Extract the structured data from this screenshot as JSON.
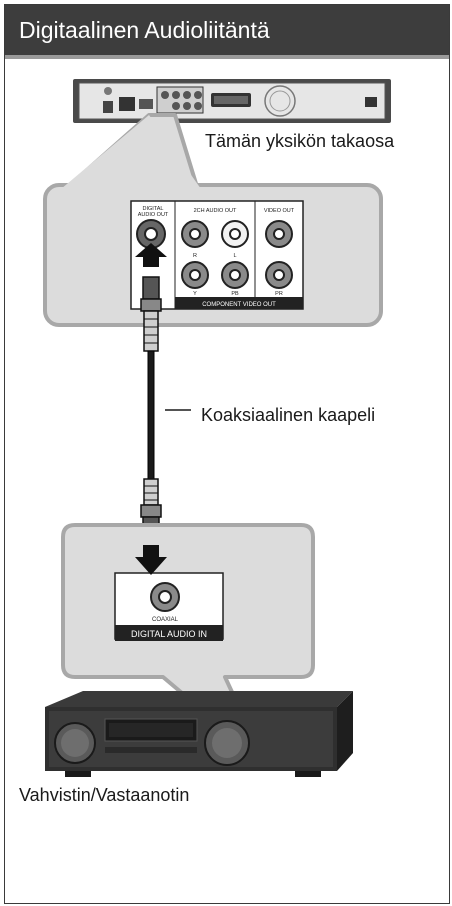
{
  "header": {
    "title": "Digitaalinen Audioliitäntä"
  },
  "captions": {
    "rear_of_unit": "Tämän yksikön takaosa",
    "cable": "Koaksiaalinen kaapeli",
    "receiver": "Vahvistin/Vastaanotin"
  },
  "player_panel": {
    "digital_out_label_1": "DIGITAL",
    "digital_out_label_2": "AUDIO OUT",
    "audio_2ch_label": "2CH AUDIO OUT",
    "video_out_label": "VIDEO OUT",
    "r_label": "R",
    "l_label": "L",
    "y_label": "Y",
    "pb_label": "PB",
    "pr_label": "PR",
    "component_label": "COMPONENT VIDEO OUT"
  },
  "receiver_panel": {
    "coaxial_label": "COAXIAL",
    "digital_in_label": "DIGITAL AUDIO IN"
  },
  "colors": {
    "header_bg": "#3d3d3d",
    "header_stripe": "#9a9a9a",
    "callout_fill": "#dcdcdc",
    "callout_stroke": "#a8a8a8",
    "device_dark": "#2b2b2b"
  }
}
